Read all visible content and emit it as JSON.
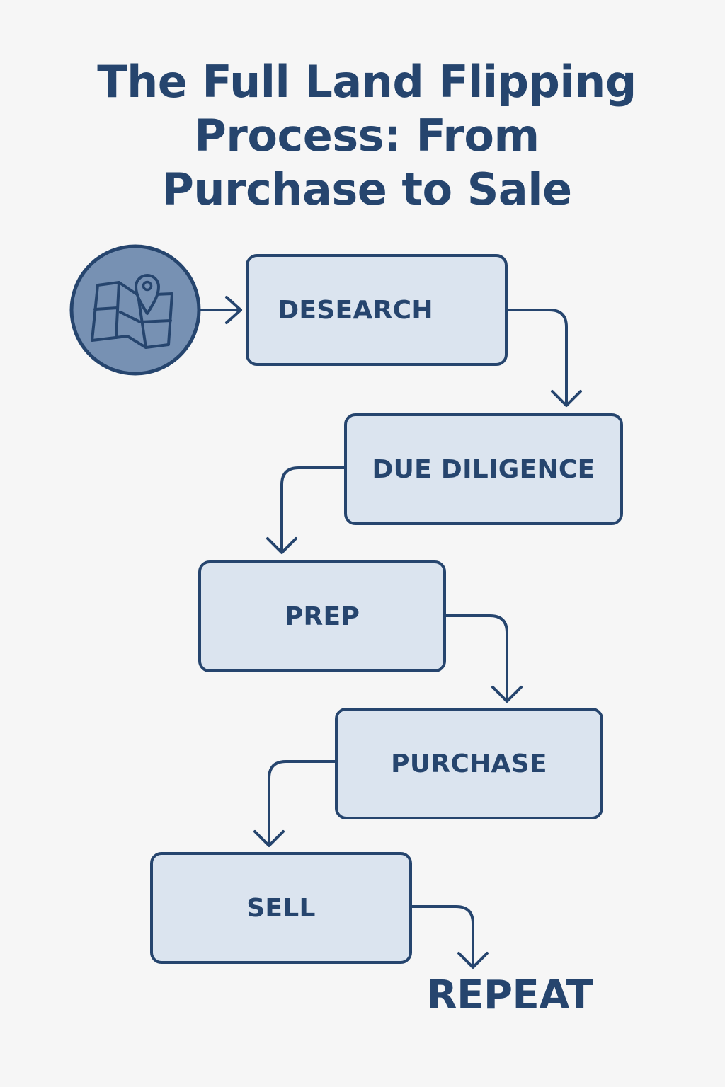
{
  "title": {
    "lines": [
      "The Full Land Flipping",
      "Process: From",
      "Purchase to Sale"
    ]
  },
  "badge": {
    "icon": "map-pin-icon",
    "fill": "#7791b3",
    "stroke": "#26456e"
  },
  "steps": [
    {
      "label": "DESEARCH"
    },
    {
      "label": "DUE DILIGENCE"
    },
    {
      "label": "PREP"
    },
    {
      "label": "PURCHASE"
    },
    {
      "label": "SELL"
    }
  ],
  "end_label": "REPEAT",
  "colors": {
    "background": "#f6f6f6",
    "box_fill": "#dbe4ef",
    "ink": "#26456e"
  }
}
